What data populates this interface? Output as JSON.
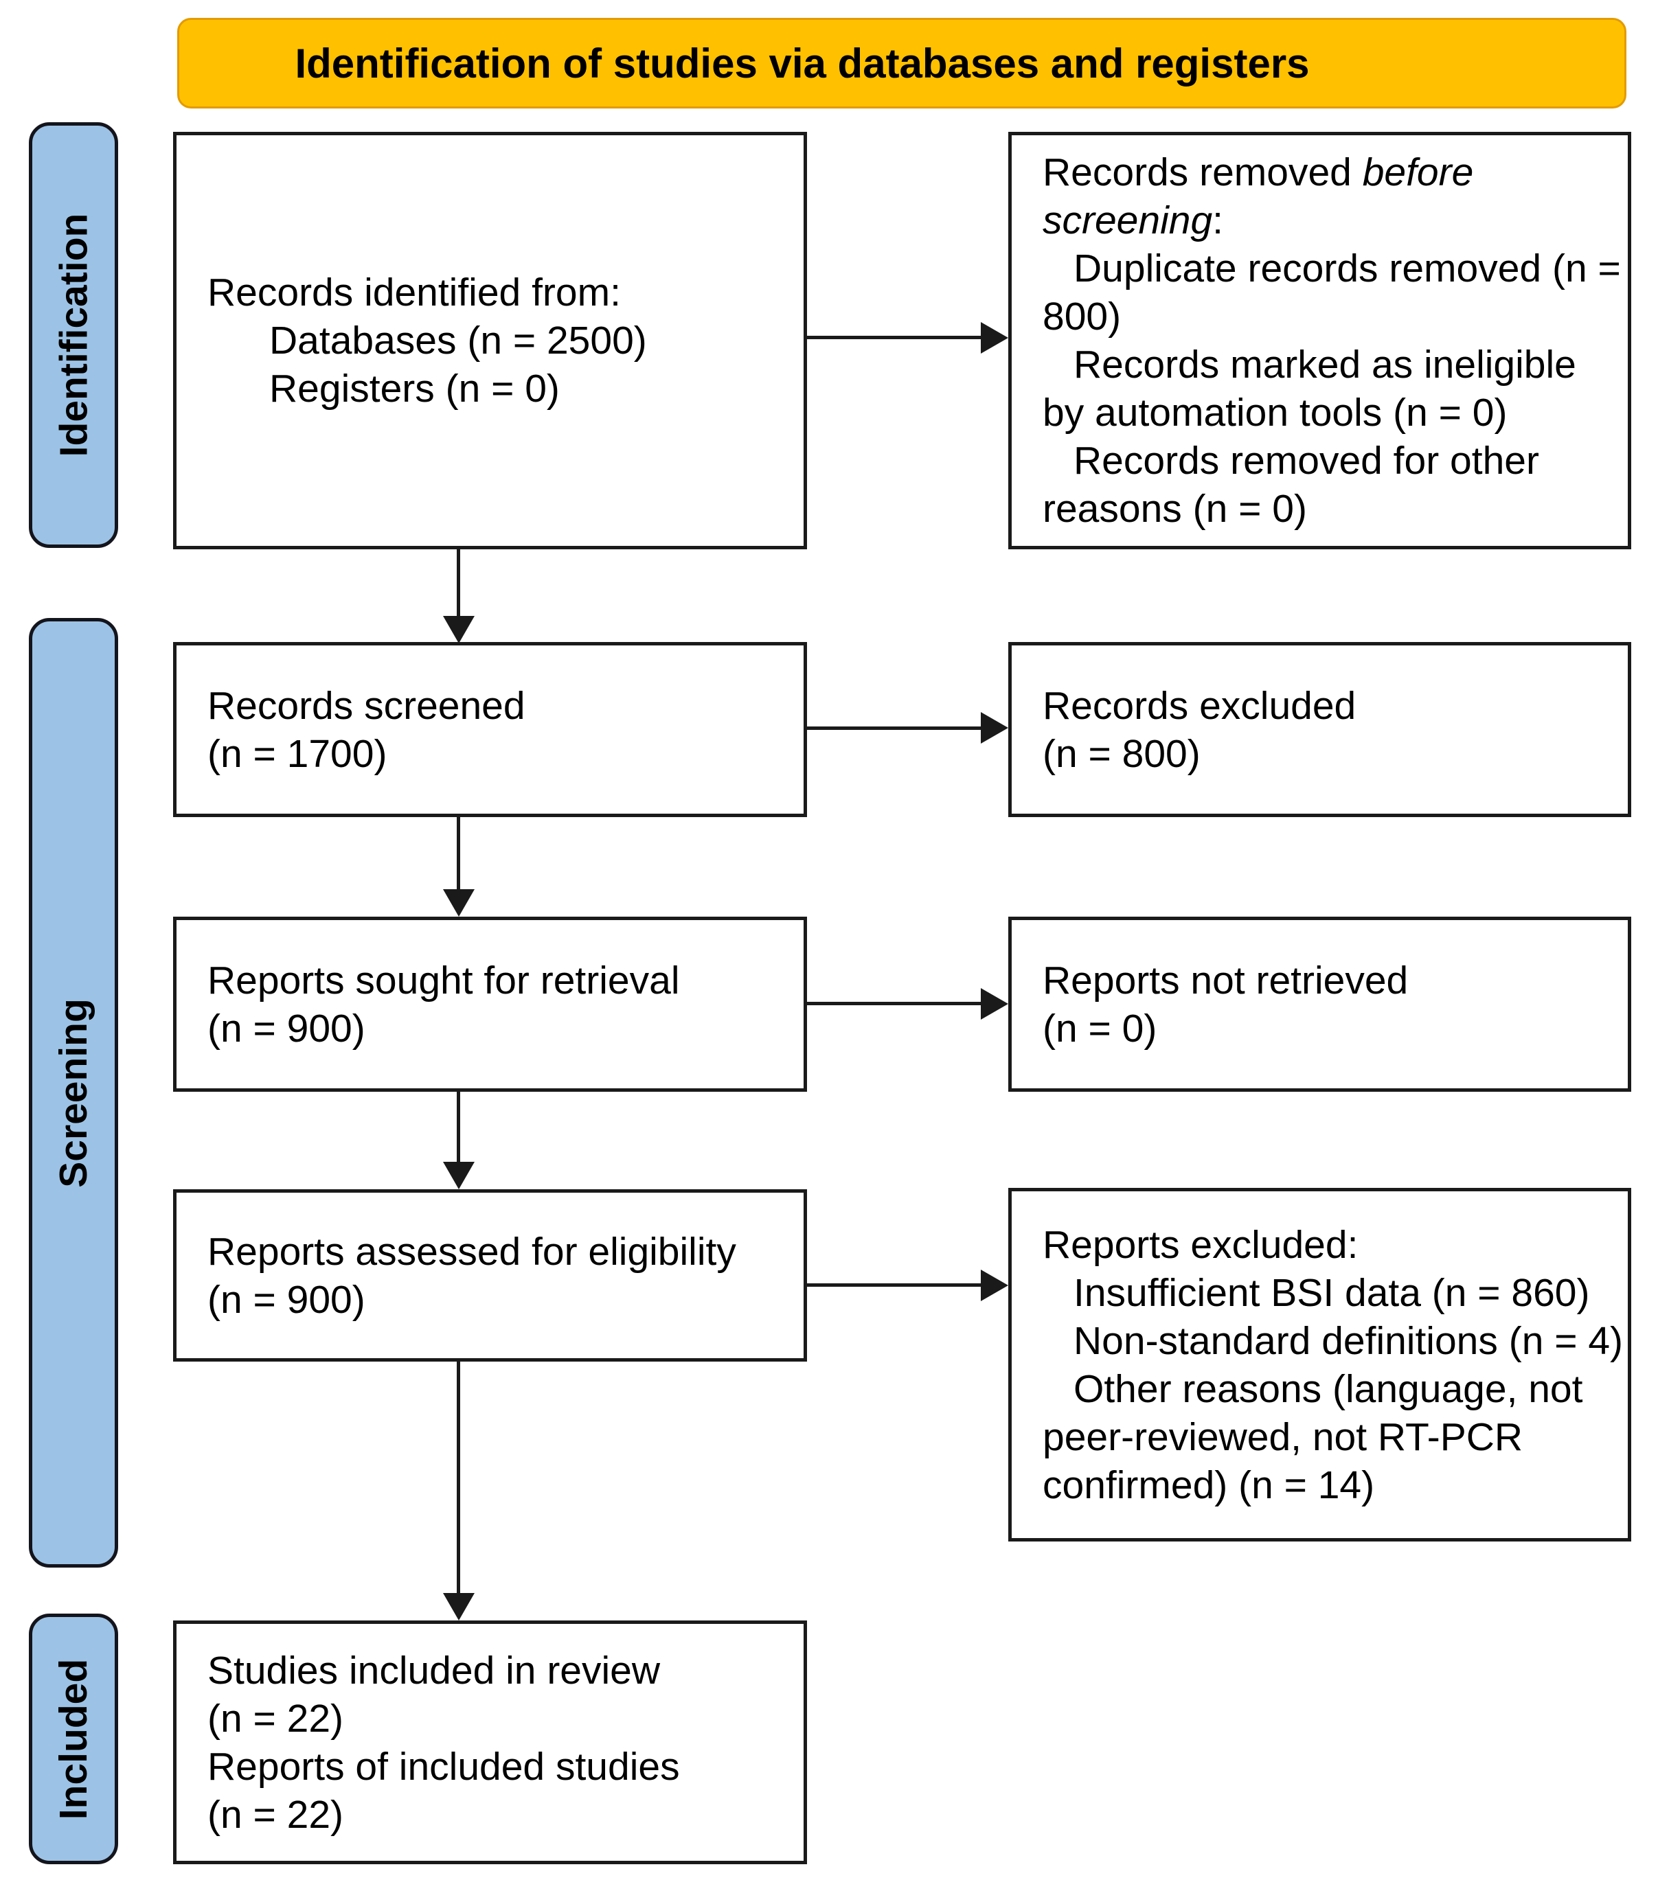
{
  "banner": {
    "label": "Identification of studies via databases and registers"
  },
  "stages": [
    {
      "label": "Identification"
    },
    {
      "label": "Screening"
    },
    {
      "label": "Included"
    }
  ],
  "colors": {
    "banner_fill": "#FFC000",
    "banner_border": "#E39B00",
    "stage_fill": "#9CC3E5",
    "stage_border": "#14141C",
    "box_fill": "#FFFFFF",
    "box_border": "#1A1A1A",
    "text": "#000000"
  },
  "boxes": {
    "identified": {
      "heading": "Records identified from:",
      "items": [
        "Databases (n = 2500)",
        "Registers (n = 0)"
      ]
    },
    "removed": {
      "heading_prefix": "Records removed ",
      "heading_italic": "before screening",
      "heading_suffix": ":",
      "items": [
        "Duplicate records removed (n = 800)",
        "Records marked as ineligible by automation tools (n = 0)",
        "Records removed for other reasons (n = 0)"
      ]
    },
    "screened": {
      "line1": "Records screened",
      "line2": "(n = 1700)"
    },
    "excluded": {
      "line1": "Records excluded",
      "line2": "(n = 800)"
    },
    "sought": {
      "line1": "Reports sought for retrieval",
      "line2": "(n = 900)"
    },
    "not_retrieved": {
      "line1": "Reports not retrieved",
      "line2": "(n = 0)"
    },
    "assessed": {
      "line1": "Reports assessed for eligibility",
      "line2": "(n = 900)"
    },
    "reports_excluded": {
      "heading": "Reports excluded:",
      "items": [
        "Insufficient BSI data (n = 860)",
        "Non-standard definitions (n = 4)",
        "Other reasons (language, not peer-reviewed, not RT-PCR confirmed) (n = 14)"
      ]
    },
    "included": {
      "lines": [
        "Studies included in review",
        "(n = 22)",
        "Reports of included studies",
        "(n = 22)"
      ]
    }
  }
}
